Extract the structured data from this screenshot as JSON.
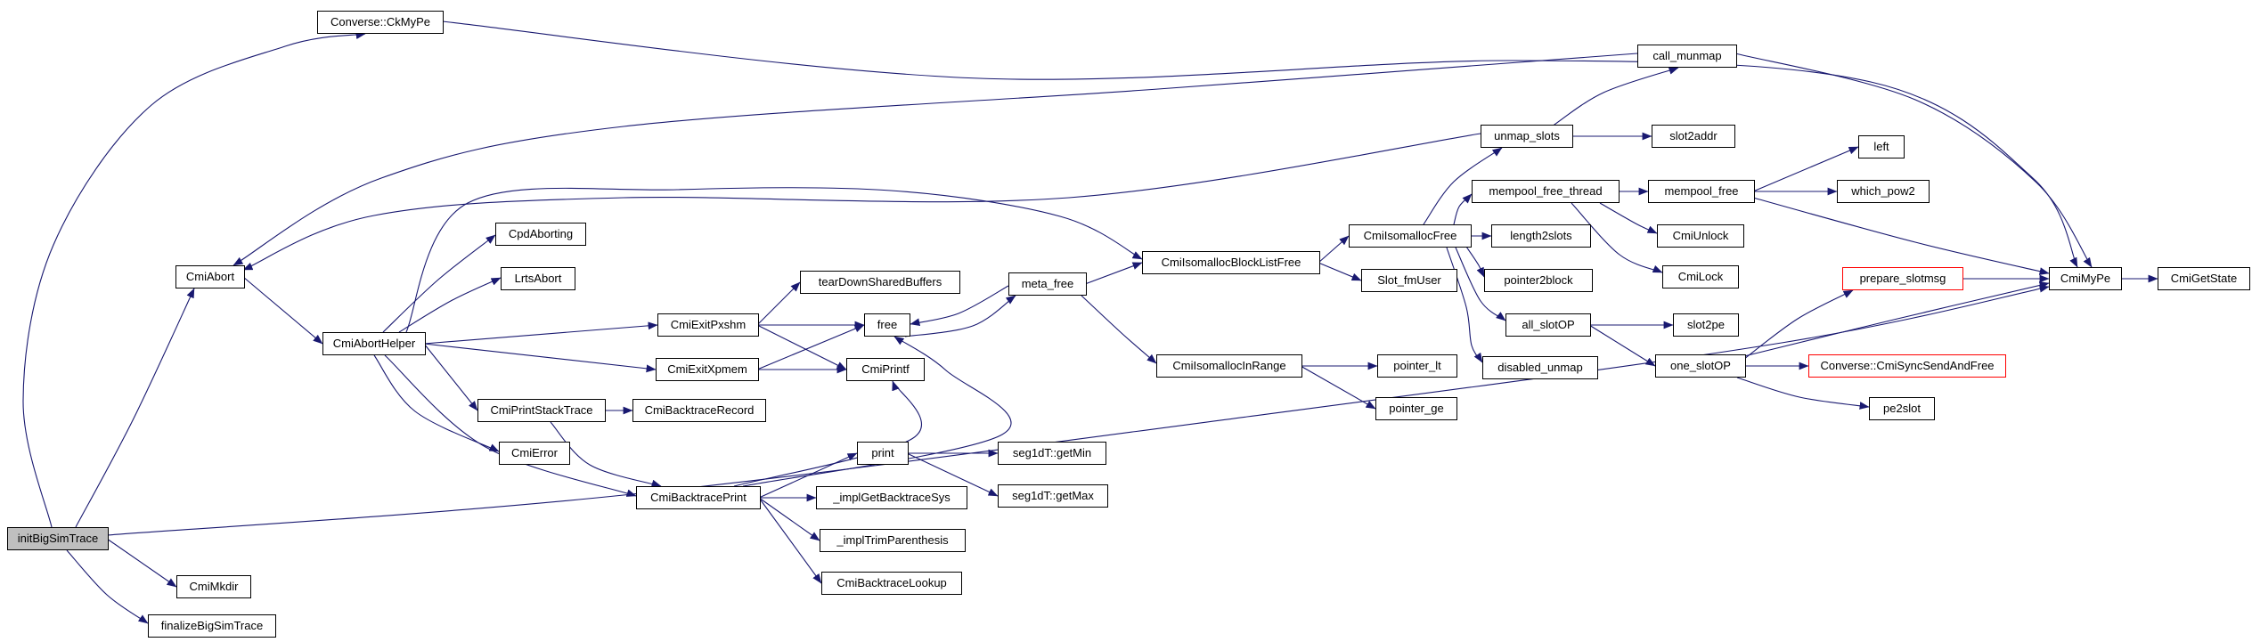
{
  "graph": {
    "type": "call-graph",
    "nodes": [
      {
        "id": "initBigSimTrace",
        "label": "initBigSimTrace",
        "style": "focus"
      },
      {
        "id": "CmiMkdir",
        "label": "CmiMkdir",
        "style": ""
      },
      {
        "id": "finalizeBigSimTrace",
        "label": "finalizeBigSimTrace",
        "style": ""
      },
      {
        "id": "CmiAbort",
        "label": "CmiAbort",
        "style": ""
      },
      {
        "id": "Converse::CkMyPe",
        "label": "Converse::CkMyPe",
        "style": ""
      },
      {
        "id": "CmiAbortHelper",
        "label": "CmiAbortHelper",
        "style": ""
      },
      {
        "id": "CpdAborting",
        "label": "CpdAborting",
        "style": ""
      },
      {
        "id": "LrtsAbort",
        "label": "LrtsAbort",
        "style": ""
      },
      {
        "id": "CmiPrintStackTrace",
        "label": "CmiPrintStackTrace",
        "style": ""
      },
      {
        "id": "CmiError",
        "label": "CmiError",
        "style": ""
      },
      {
        "id": "CmiExitPxshm",
        "label": "CmiExitPxshm",
        "style": ""
      },
      {
        "id": "CmiExitXpmem",
        "label": "CmiExitXpmem",
        "style": ""
      },
      {
        "id": "CmiBacktraceRecord",
        "label": "CmiBacktraceRecord",
        "style": ""
      },
      {
        "id": "CmiBacktracePrint",
        "label": "CmiBacktracePrint",
        "style": ""
      },
      {
        "id": "tearDownSharedBuffers",
        "label": "tearDownSharedBuffers",
        "style": ""
      },
      {
        "id": "free",
        "label": "free",
        "style": ""
      },
      {
        "id": "CmiPrintf",
        "label": "CmiPrintf",
        "style": ""
      },
      {
        "id": "print",
        "label": "print",
        "style": ""
      },
      {
        "id": "_implGetBacktraceSys",
        "label": "_implGetBacktraceSys",
        "style": ""
      },
      {
        "id": "_implTrimParenthesis",
        "label": "_implTrimParenthesis",
        "style": ""
      },
      {
        "id": "CmiBacktraceLookup",
        "label": "CmiBacktraceLookup",
        "style": ""
      },
      {
        "id": "seg1dT::getMin",
        "label": "seg1dT::getMin",
        "style": ""
      },
      {
        "id": "seg1dT::getMax",
        "label": "seg1dT::getMax",
        "style": ""
      },
      {
        "id": "meta_free",
        "label": "meta_free",
        "style": ""
      },
      {
        "id": "CmiIsomallocBlockListFree",
        "label": "CmiIsomallocBlockListFree",
        "style": ""
      },
      {
        "id": "CmiIsomallocInRange",
        "label": "CmiIsomallocInRange",
        "style": ""
      },
      {
        "id": "CmiIsomallocFree",
        "label": "CmiIsomallocFree",
        "style": ""
      },
      {
        "id": "Slot_fmUser",
        "label": "Slot_fmUser",
        "style": ""
      },
      {
        "id": "pointer_lt",
        "label": "pointer_lt",
        "style": ""
      },
      {
        "id": "pointer_ge",
        "label": "pointer_ge",
        "style": ""
      },
      {
        "id": "unmap_slots",
        "label": "unmap_slots",
        "style": ""
      },
      {
        "id": "mempool_free_thread",
        "label": "mempool_free_thread",
        "style": ""
      },
      {
        "id": "length2slots",
        "label": "length2slots",
        "style": ""
      },
      {
        "id": "pointer2block",
        "label": "pointer2block",
        "style": ""
      },
      {
        "id": "all_slotOP",
        "label": "all_slotOP",
        "style": ""
      },
      {
        "id": "disabled_unmap",
        "label": "disabled_unmap",
        "style": ""
      },
      {
        "id": "call_munmap",
        "label": "call_munmap",
        "style": ""
      },
      {
        "id": "slot2addr",
        "label": "slot2addr",
        "style": ""
      },
      {
        "id": "mempool_free",
        "label": "mempool_free",
        "style": ""
      },
      {
        "id": "CmiUnlock",
        "label": "CmiUnlock",
        "style": ""
      },
      {
        "id": "CmiLock",
        "label": "CmiLock",
        "style": ""
      },
      {
        "id": "slot2pe",
        "label": "slot2pe",
        "style": ""
      },
      {
        "id": "one_slotOP",
        "label": "one_slotOP",
        "style": ""
      },
      {
        "id": "left",
        "label": "left",
        "style": ""
      },
      {
        "id": "which_pow2",
        "label": "which_pow2",
        "style": ""
      },
      {
        "id": "prepare_slotmsg",
        "label": "prepare_slotmsg",
        "style": "red"
      },
      {
        "id": "Converse::CmiSyncSendAndFree",
        "label": "Converse::CmiSyncSendAndFree",
        "style": "red"
      },
      {
        "id": "pe2slot",
        "label": "pe2slot",
        "style": ""
      },
      {
        "id": "CmiMyPe",
        "label": "CmiMyPe",
        "style": ""
      },
      {
        "id": "CmiGetState",
        "label": "CmiGetState",
        "style": ""
      }
    ],
    "edges": [
      {
        "from": "initBigSimTrace",
        "to": "CmiAbort"
      },
      {
        "from": "initBigSimTrace",
        "to": "Converse::CkMyPe"
      },
      {
        "from": "initBigSimTrace",
        "to": "CmiMkdir"
      },
      {
        "from": "initBigSimTrace",
        "to": "finalizeBigSimTrace"
      },
      {
        "from": "initBigSimTrace",
        "to": "CmiMyPe"
      },
      {
        "from": "Converse::CkMyPe",
        "to": "CmiMyPe"
      },
      {
        "from": "CmiAbort",
        "to": "CmiAbortHelper"
      },
      {
        "from": "CmiAbortHelper",
        "to": "CpdAborting"
      },
      {
        "from": "CmiAbortHelper",
        "to": "LrtsAbort"
      },
      {
        "from": "CmiAbortHelper",
        "to": "CmiExitPxshm"
      },
      {
        "from": "CmiAbortHelper",
        "to": "CmiExitXpmem"
      },
      {
        "from": "CmiAbortHelper",
        "to": "CmiPrintStackTrace"
      },
      {
        "from": "CmiAbortHelper",
        "to": "CmiError"
      },
      {
        "from": "CmiAbortHelper",
        "to": "CmiBacktracePrint"
      },
      {
        "from": "CmiAbortHelper",
        "to": "CmiIsomallocBlockListFree"
      },
      {
        "from": "CmiExitPxshm",
        "to": "tearDownSharedBuffers"
      },
      {
        "from": "CmiExitPxshm",
        "to": "free"
      },
      {
        "from": "CmiExitPxshm",
        "to": "CmiPrintf"
      },
      {
        "from": "CmiExitXpmem",
        "to": "free"
      },
      {
        "from": "CmiExitXpmem",
        "to": "CmiPrintf"
      },
      {
        "from": "CmiPrintStackTrace",
        "to": "CmiBacktraceRecord"
      },
      {
        "from": "CmiPrintStackTrace",
        "to": "CmiBacktracePrint"
      },
      {
        "from": "CmiBacktracePrint",
        "to": "print"
      },
      {
        "from": "CmiBacktracePrint",
        "to": "_implGetBacktraceSys"
      },
      {
        "from": "CmiBacktracePrint",
        "to": "_implTrimParenthesis"
      },
      {
        "from": "CmiBacktracePrint",
        "to": "CmiBacktraceLookup"
      },
      {
        "from": "CmiBacktracePrint",
        "to": "CmiPrintf"
      },
      {
        "from": "CmiBacktracePrint",
        "to": "free"
      },
      {
        "from": "print",
        "to": "seg1dT::getMin"
      },
      {
        "from": "print",
        "to": "seg1dT::getMax"
      },
      {
        "from": "meta_free",
        "to": "free"
      },
      {
        "from": "free",
        "to": "meta_free"
      },
      {
        "from": "meta_free",
        "to": "CmiIsomallocBlockListFree"
      },
      {
        "from": "meta_free",
        "to": "CmiIsomallocInRange"
      },
      {
        "from": "CmiIsomallocBlockListFree",
        "to": "CmiIsomallocFree"
      },
      {
        "from": "CmiIsomallocBlockListFree",
        "to": "Slot_fmUser"
      },
      {
        "from": "CmiIsomallocInRange",
        "to": "pointer_lt"
      },
      {
        "from": "CmiIsomallocInRange",
        "to": "pointer_ge"
      },
      {
        "from": "CmiIsomallocFree",
        "to": "unmap_slots"
      },
      {
        "from": "CmiIsomallocFree",
        "to": "mempool_free_thread"
      },
      {
        "from": "CmiIsomallocFree",
        "to": "length2slots"
      },
      {
        "from": "CmiIsomallocFree",
        "to": "pointer2block"
      },
      {
        "from": "CmiIsomallocFree",
        "to": "all_slotOP"
      },
      {
        "from": "CmiIsomallocFree",
        "to": "disabled_unmap"
      },
      {
        "from": "unmap_slots",
        "to": "call_munmap"
      },
      {
        "from": "unmap_slots",
        "to": "slot2addr"
      },
      {
        "from": "unmap_slots",
        "to": "CmiAbort"
      },
      {
        "from": "call_munmap",
        "to": "CmiAbort"
      },
      {
        "from": "call_munmap",
        "to": "CmiMyPe"
      },
      {
        "from": "mempool_free_thread",
        "to": "mempool_free"
      },
      {
        "from": "mempool_free_thread",
        "to": "CmiUnlock"
      },
      {
        "from": "mempool_free_thread",
        "to": "CmiLock"
      },
      {
        "from": "mempool_free",
        "to": "left"
      },
      {
        "from": "mempool_free",
        "to": "which_pow2"
      },
      {
        "from": "mempool_free",
        "to": "CmiMyPe"
      },
      {
        "from": "all_slotOP",
        "to": "slot2pe"
      },
      {
        "from": "all_slotOP",
        "to": "one_slotOP"
      },
      {
        "from": "one_slotOP",
        "to": "prepare_slotmsg"
      },
      {
        "from": "one_slotOP",
        "to": "Converse::CmiSyncSendAndFree"
      },
      {
        "from": "one_slotOP",
        "to": "pe2slot"
      },
      {
        "from": "one_slotOP",
        "to": "CmiMyPe"
      },
      {
        "from": "prepare_slotmsg",
        "to": "CmiMyPe"
      },
      {
        "from": "CmiMyPe",
        "to": "CmiGetState"
      }
    ]
  },
  "colors": {
    "edge": "#191970",
    "node_border": "#000000",
    "node_fill": "#ffffff",
    "focus_fill": "#bfbfbf",
    "red_border": "#ff0000",
    "background": "#ffffff"
  }
}
